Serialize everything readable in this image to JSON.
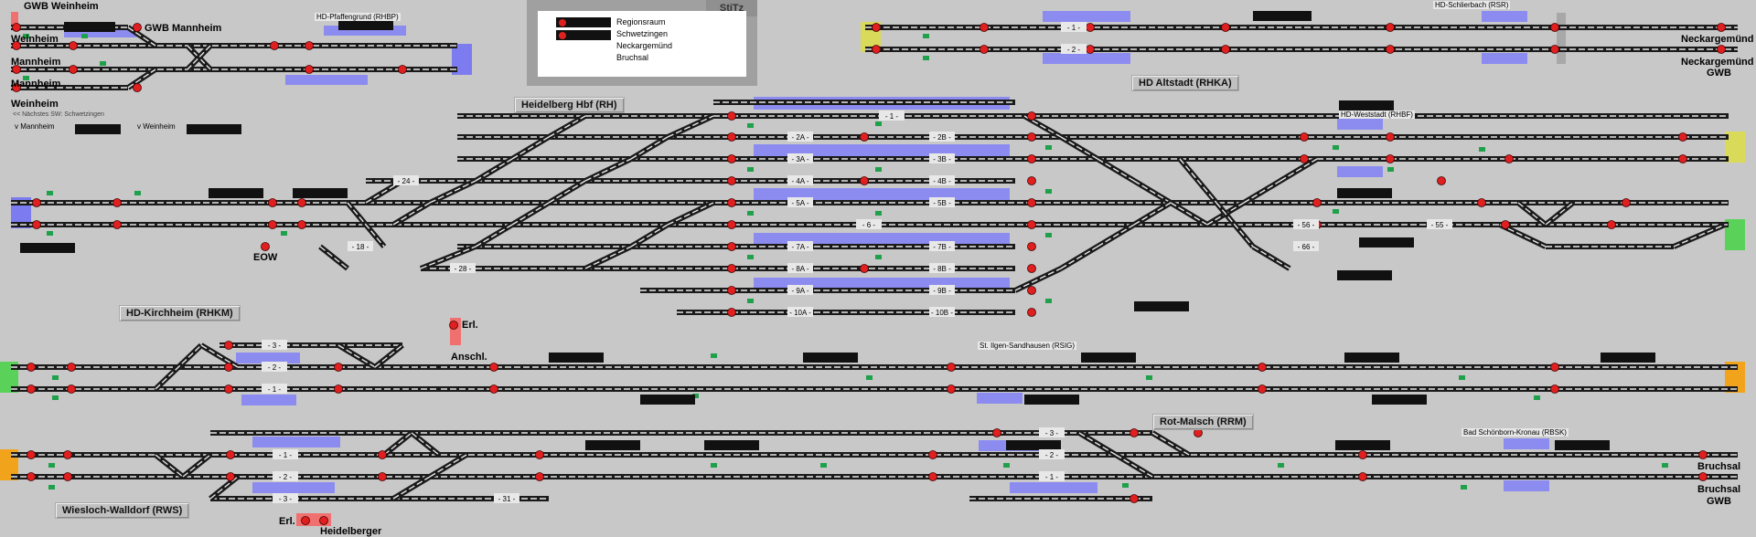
{
  "colors": {
    "background": "#c8c8c8",
    "track": "#1a1a1a",
    "track_inner": "#e8e8e8",
    "occupied": "#8c8cf0",
    "signal_red": "#e02020",
    "signal_green": "#1fa04a",
    "counter_black": "#111111",
    "edge_yellow": "#dada5a",
    "edge_green": "#5ad25a",
    "edge_orange": "#f2a31c",
    "edge_blue": "#7c7cf0",
    "erl_red": "#f07070"
  },
  "stitz": {
    "title": "StiTz",
    "legend": [
      "Regionsraum",
      "Schwetzingen",
      "Neckargemünd",
      "Bruchsal"
    ]
  },
  "areas": [
    "Heidelberg Hbf (RH)",
    "HD Altstadt (RHKA)",
    "HD-Kirchheim (RHKM)",
    "Rot-Malsch (RRM)",
    "Wiesloch-Walldorf (RWS)"
  ],
  "station_labels": [
    "HD-Pfaffengrund (RHBP)",
    "HD-Schlierbach (RSR)",
    "HD-Weststadt (RHBF)",
    "St. Ilgen-Sandhausen (RSIG)",
    "Bad Schönborn-Kronau (RBSK)"
  ],
  "endpoints": [
    "GWB Weinheim",
    "GWB Mannheim",
    "Weinheim",
    "Mannheim",
    "Mannheim",
    "Weinheim",
    "Neckargemünd",
    "Neckargemünd",
    "GWB",
    "EOW",
    "Erl.",
    "Anschl.",
    "Bruchsal",
    "Bruchsal",
    "GWB",
    "Erl.",
    "Heidelberger"
  ],
  "notes": {
    "next_station": "<< Nächstes SW: Schwetzingen",
    "v_mannheim": "v Mannheim",
    "v_weinheim": "v Weinheim"
  },
  "track_labels": {
    "hbf": [
      "1",
      "2A",
      "2B",
      "3A",
      "3B",
      "4A",
      "4B",
      "5A",
      "5B",
      "6",
      "7A",
      "7B",
      "8A",
      "8B",
      "9A",
      "9B",
      "10A",
      "10B"
    ],
    "misc": [
      "24",
      "18",
      "28",
      "56",
      "66",
      "55",
      "1",
      "2"
    ],
    "kirchheim": [
      "3",
      "2",
      "1"
    ],
    "rotmalsch": [
      "3",
      "2",
      "1"
    ],
    "wiesloch": [
      "1",
      "2",
      "3",
      "31"
    ]
  }
}
